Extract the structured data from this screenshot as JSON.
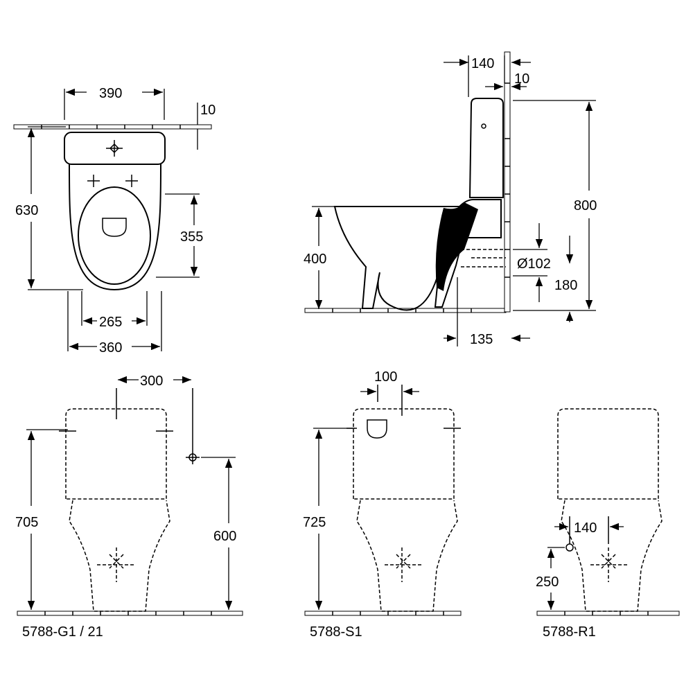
{
  "top_view": {
    "width_tank": "390",
    "wall_gap": "10",
    "depth": "630",
    "seat_depth": "355",
    "inner_width": "265",
    "bowl_width": "360"
  },
  "side_view": {
    "tank_depth": "140",
    "wall_gap": "10",
    "height": "800",
    "rim_height": "400",
    "outlet_diameter": "Ø102",
    "outlet_height": "180",
    "outlet_offset": "135"
  },
  "front_views": [
    {
      "model": "5788-G1 / 21",
      "offset": "300",
      "tank_height": "705",
      "supply_height": "600"
    },
    {
      "model": "5788-S1",
      "offset": "100",
      "tank_height": "725"
    },
    {
      "model": "5788-R1",
      "offset": "140",
      "supply_height": "250"
    }
  ]
}
